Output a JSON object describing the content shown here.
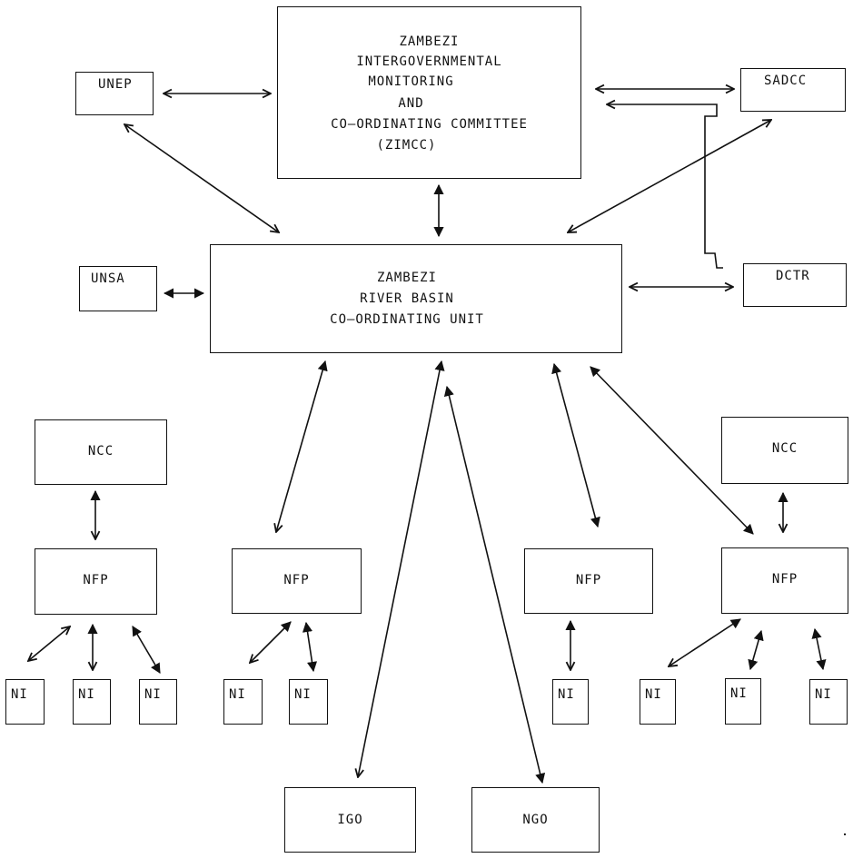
{
  "diagram": {
    "nodes": {
      "zimcc": {
        "lines": [
          "ZAMBEZI",
          "INTERGOVERNMENTAL",
          "MONITORING",
          "AND",
          "CO—ORDINATING COMMITTEE",
          "(ZIMCC)"
        ]
      },
      "unep": {
        "label": "UNEP"
      },
      "sadcc": {
        "label": "SADCC"
      },
      "unsa": {
        "label": "UNSA"
      },
      "dctr": {
        "label": "DCTR"
      },
      "zrbcu": {
        "lines": [
          "ZAMBEZI",
          "RIVER BASIN",
          "CO—ORDINATING UNIT"
        ]
      },
      "ncc_left": {
        "label": "NCC"
      },
      "ncc_right": {
        "label": "NCC"
      },
      "nfp_1": {
        "label": "NFP"
      },
      "nfp_2": {
        "label": "NFP"
      },
      "nfp_3": {
        "label": "NFP"
      },
      "nfp_4": {
        "label": "NFP"
      },
      "ni": [
        "NI",
        "NI",
        "NI",
        "NI",
        "NI",
        "NI",
        "NI",
        "NI",
        "NI"
      ],
      "igo": {
        "label": "IGO"
      },
      "ngo": {
        "label": "NGO"
      }
    },
    "edges": [
      {
        "from": "UNEP",
        "to": "ZIMCC",
        "type": "bidirectional"
      },
      {
        "from": "UNEP",
        "to": "ZRBCU",
        "type": "bidirectional"
      },
      {
        "from": "SADCC",
        "to": "ZIMCC",
        "type": "bidirectional"
      },
      {
        "from": "DCTR",
        "to": "ZIMCC",
        "type": "directed"
      },
      {
        "from": "SADCC",
        "to": "ZRBCU",
        "type": "bidirectional"
      },
      {
        "from": "ZIMCC",
        "to": "ZRBCU",
        "type": "bidirectional"
      },
      {
        "from": "UNSA",
        "to": "ZRBCU",
        "type": "bidirectional"
      },
      {
        "from": "DCTR",
        "to": "ZRBCU",
        "type": "bidirectional"
      },
      {
        "from": "ZRBCU",
        "to": "NFP 2",
        "type": "bidirectional"
      },
      {
        "from": "ZRBCU",
        "to": "IGO",
        "type": "bidirectional"
      },
      {
        "from": "ZRBCU",
        "to": "NGO",
        "type": "bidirectional"
      },
      {
        "from": "ZRBCU",
        "to": "NFP 3",
        "type": "bidirectional"
      },
      {
        "from": "ZRBCU",
        "to": "NFP 4",
        "type": "bidirectional"
      },
      {
        "from": "NCC",
        "to": "NFP 1",
        "type": "bidirectional"
      },
      {
        "from": "NCC",
        "to": "NFP 4",
        "type": "bidirectional"
      },
      {
        "from": "NFP 1",
        "to": "NI x3",
        "type": "bidirectional"
      },
      {
        "from": "NFP 2",
        "to": "NI x2",
        "type": "bidirectional"
      },
      {
        "from": "NFP 3",
        "to": "NI x1",
        "type": "bidirectional"
      },
      {
        "from": "NFP 4",
        "to": "NI x3",
        "type": "bidirectional"
      }
    ]
  }
}
